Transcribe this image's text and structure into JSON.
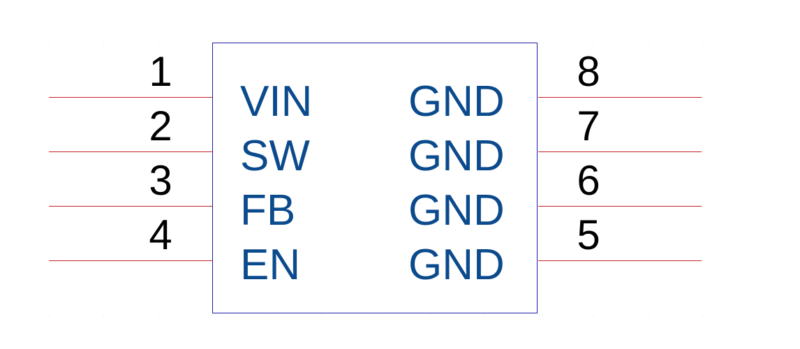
{
  "component": {
    "body_color": "#1a1aa8",
    "pin_line_color": "#c8202a",
    "label_color": "#0b4a8c",
    "left_pins": [
      {
        "number": "1",
        "name": "VIN"
      },
      {
        "number": "2",
        "name": "SW"
      },
      {
        "number": "3",
        "name": "FB"
      },
      {
        "number": "4",
        "name": "EN"
      }
    ],
    "right_pins": [
      {
        "number": "8",
        "name": "GND"
      },
      {
        "number": "7",
        "name": "GND"
      },
      {
        "number": "6",
        "name": "GND"
      },
      {
        "number": "5",
        "name": "GND"
      }
    ]
  }
}
